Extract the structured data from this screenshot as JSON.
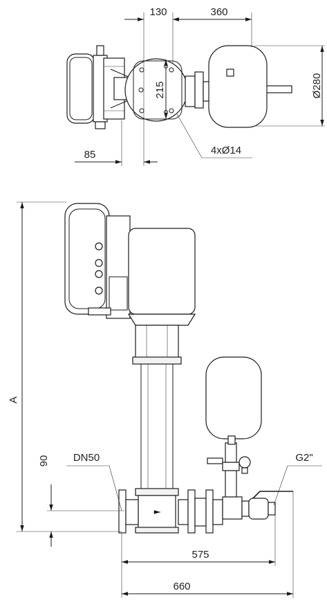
{
  "top_view": {
    "dim_130": "130",
    "dim_360": "360",
    "dim_215": "215",
    "dim_280": "Ø280",
    "dim_85": "85",
    "holes": "4xØ14"
  },
  "side_view": {
    "dim_A": "A",
    "dim_90": "90",
    "dn50": "DN50",
    "g2": "G2\"",
    "dim_575": "575",
    "dim_660": "660"
  }
}
